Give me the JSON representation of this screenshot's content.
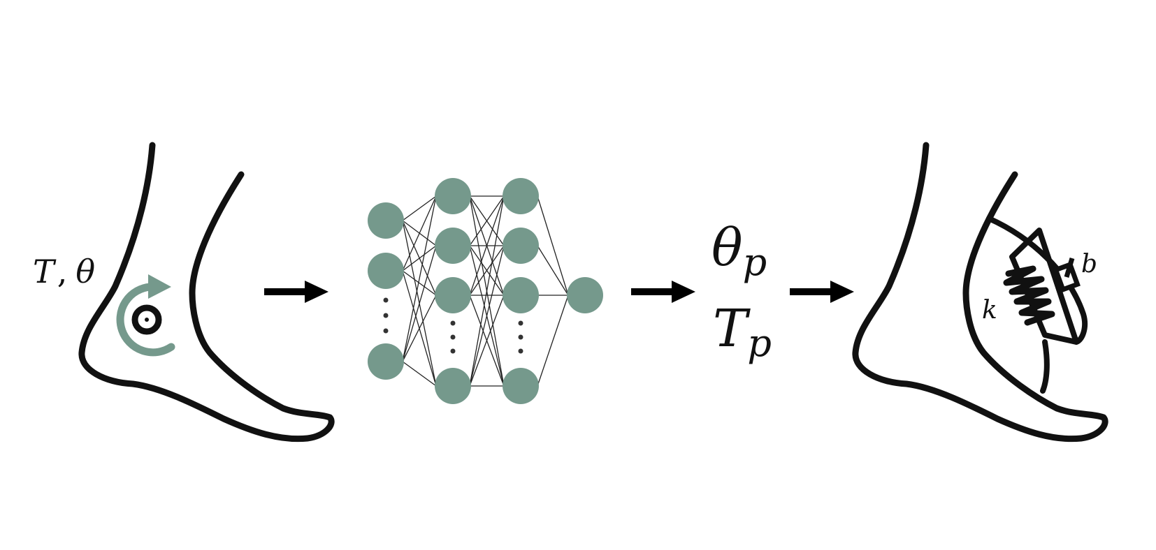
{
  "labels": {
    "input_torque": "T",
    "input_sep": ",",
    "input_angle": "θ",
    "out_theta": "θ",
    "out_theta_sub": "p",
    "out_torque": "T",
    "out_torque_sub": "p",
    "stiffness": "k",
    "damping": "b"
  },
  "network": {
    "layers": [
      {
        "visible_nodes": 3,
        "ellipsis": true
      },
      {
        "visible_nodes": 4,
        "ellipsis": true
      },
      {
        "visible_nodes": 4,
        "ellipsis": true
      },
      {
        "visible_nodes": 1,
        "ellipsis": false
      }
    ]
  },
  "colors": {
    "node": "#75998c",
    "rotation_arrow": "#75998c",
    "stroke": "#111111"
  },
  "icons": {
    "left_foot": "foot-outline-icon",
    "joint": "ankle-joint-icon",
    "rotation": "rotation-arrow-icon",
    "right_foot": "foot-with-spring-damper-icon"
  }
}
